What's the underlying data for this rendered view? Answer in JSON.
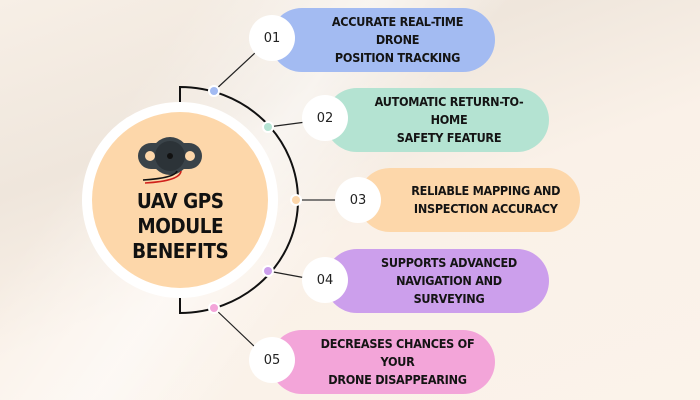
{
  "title": "UAV GPS\nMODULE\nBENEFITS",
  "colors": {
    "hub_fill": "#fdd7aa",
    "hub_ring": "#ffffff",
    "arc": "#111111"
  },
  "items": [
    {
      "number": "01",
      "text": "ACCURATE REAL-TIME DRONE\nPOSITION TRACKING",
      "color": "#a3bbf2"
    },
    {
      "number": "02",
      "text": "AUTOMATIC RETURN-TO-HOME\nSAFETY FEATURE",
      "color": "#b4e3d2"
    },
    {
      "number": "03",
      "text": "RELIABLE MAPPING AND\nINSPECTION ACCURACY",
      "color": "#fdd7aa"
    },
    {
      "number": "04",
      "text": "SUPPORTS ADVANCED\nNAVIGATION AND SURVEYING",
      "color": "#cc9fec"
    },
    {
      "number": "05",
      "text": "DECREASES CHANCES OF YOUR\nDRONE DISAPPEARING",
      "color": "#f3a5d9"
    }
  ],
  "icons": {
    "hub": "gps-module-icon"
  }
}
